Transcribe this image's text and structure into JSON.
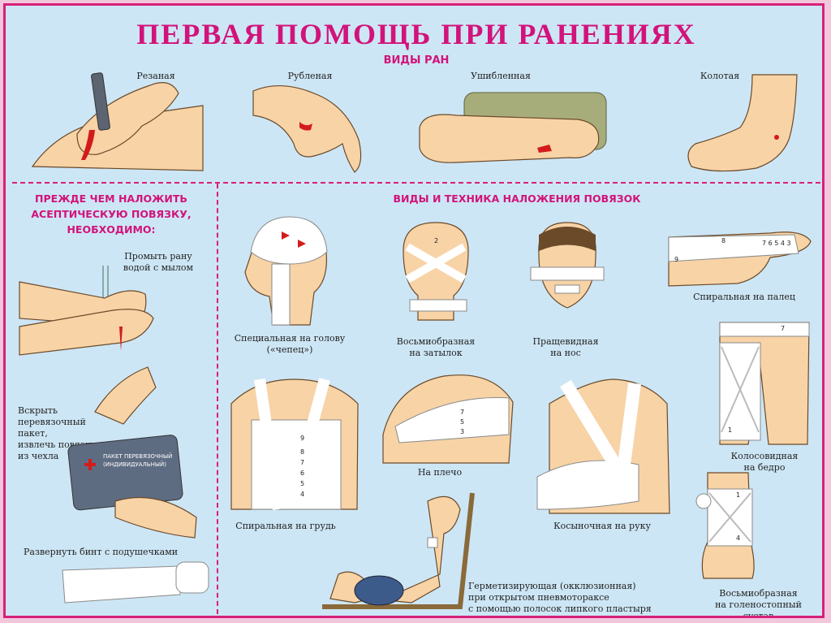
{
  "title": "ПЕРВАЯ ПОМОЩЬ ПРИ РАНЕНИЯХ",
  "wound_types": {
    "heading": "ВИДЫ РАН",
    "items": [
      "Резаная",
      "Рубленая",
      "Ушибленная",
      "Колотая"
    ]
  },
  "before_bandage": {
    "heading_lines": [
      "ПРЕЖДЕ ЧЕМ НАЛОЖИТЬ",
      "АСЕПТИЧЕСКУЮ ПОВЯЗКУ,",
      "НЕОБХОДИМО:"
    ],
    "steps": [
      [
        "Промыть рану",
        "водой с мылом"
      ],
      [
        "Вскрыть",
        "перевязочный",
        "пакет,",
        "извлечь повязку",
        "из чехла"
      ],
      [
        "Развернуть бинт с подушечками"
      ]
    ],
    "package_label": [
      "ПАКЕТ ПЕРЕВЯЗОЧНЫЙ",
      "(ИНДИВИДУАЛЬНЫЙ)"
    ]
  },
  "bandages": {
    "heading": "ВИДЫ И ТЕХНИКА НАЛОЖЕНИЯ ПОВЯЗОК",
    "head": [
      "Специальная на голову",
      "(«чепец»)"
    ],
    "nape": [
      "Восьмиобразная",
      "на затылок"
    ],
    "nose": [
      "Пращевидная",
      "на нос"
    ],
    "finger": "Спиральная на палец",
    "chest": "Спиральная на грудь",
    "shoulder": "На плечо",
    "arm": "Косыночная на руку",
    "thigh": [
      "Колосовидная",
      "на бедро"
    ],
    "pneumo": [
      "Герметизирующая (окклюзионная)",
      "при открытом пневмотораксе",
      "с помощью полосок липкого пластыря"
    ],
    "ankle": [
      "Восьмиобразная",
      "на голеностопный сустав"
    ]
  },
  "colors": {
    "accent": "#d2137a",
    "background": "#cde6f5",
    "blood": "#d41b1b"
  }
}
